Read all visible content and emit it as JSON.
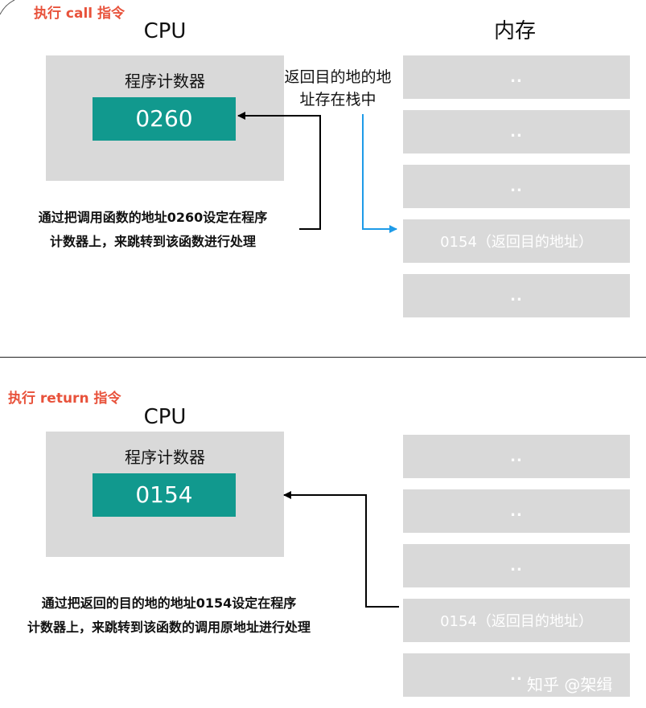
{
  "call_section": {
    "title": "执行 call 指令",
    "cpu_label": "CPU",
    "memory_label": "内存",
    "register_label": "程序计数器",
    "register_value": "0260",
    "side_note_line1": "返回目的地的地",
    "side_note_line2": "址存在栈中",
    "note_line1": "通过把调用函数的地址0260设定在程序",
    "note_line2": "计数器上，来跳转到该函数进行处理",
    "memory_cells": [
      "..",
      "..",
      "..",
      "0154（返回目的地址）",
      ".."
    ]
  },
  "return_section": {
    "title": "执行 return 指令",
    "cpu_label": "CPU",
    "register_label": "程序计数器",
    "register_value": "0154",
    "note_line1": "通过把返回的目的地的地址0154设定在程序",
    "note_line2": "计数器上，来跳转到该函数的调用原地址进行处理",
    "memory_cells": [
      "..",
      "..",
      "..",
      "0154（返回目的地址）",
      ".."
    ]
  },
  "watermark": "知乎 @架缉",
  "colors": {
    "title": "#e8523b",
    "register": "#11998e",
    "box": "#d9d9d9",
    "stack_arrow": "#1e9be8",
    "arrow": "#000000"
  }
}
